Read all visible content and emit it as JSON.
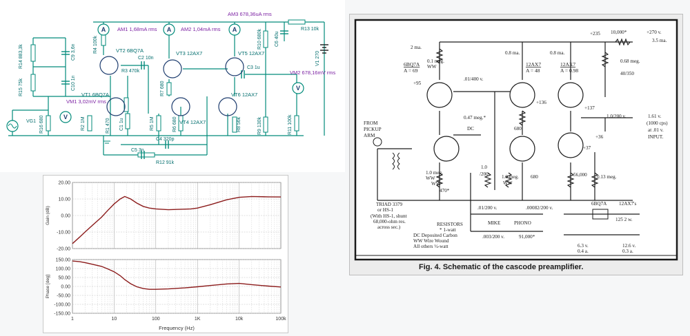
{
  "colors": {
    "wire": "#008a7a",
    "meter": "#008a7a",
    "label_teal": "#006d6d",
    "label_purple": "#7a1fa2",
    "curve": "#8b1a1a",
    "schematic_ink": "#1a1a1a"
  },
  "sim": {
    "meters": [
      {
        "id": "AM1",
        "text": "AM1   1,68mA  rms"
      },
      {
        "id": "AM2",
        "text": "AM2   1,04mA   rms"
      },
      {
        "id": "AM3",
        "text": "AM3   678,36uA  rms"
      },
      {
        "id": "VM1",
        "text": "VM1   3,02mV  rms"
      },
      {
        "id": "VM2",
        "text": "VM2   678,16mV  rms"
      }
    ],
    "tubes": [
      {
        "id": "VT1",
        "text": "VT1 6BQ7A"
      },
      {
        "id": "VT2",
        "text": "VT2 6BQ7A"
      },
      {
        "id": "VT3",
        "text": "VT3 12AX7"
      },
      {
        "id": "VT4",
        "text": "VT4 12AX7"
      },
      {
        "id": "VT5",
        "text": "VT5 12AX7"
      },
      {
        "id": "VT6",
        "text": "VT6 12AX7"
      }
    ],
    "parts": [
      {
        "id": "R14",
        "text": "R14 883,3k"
      },
      {
        "id": "C9",
        "text": "C9 3,6n"
      },
      {
        "id": "R15",
        "text": "R15 75k"
      },
      {
        "id": "C10",
        "text": "C10 1n"
      },
      {
        "id": "VG1",
        "text": "VG1"
      },
      {
        "id": "R16",
        "text": "R16 680"
      },
      {
        "id": "R2",
        "text": "R2 1M"
      },
      {
        "id": "R1",
        "text": "R1 470"
      },
      {
        "id": "C1",
        "text": "C1 1u"
      },
      {
        "id": "R3",
        "text": "R3 470k"
      },
      {
        "id": "R4",
        "text": "R4 100k"
      },
      {
        "id": "C2",
        "text": "C2 10n"
      },
      {
        "id": "R5",
        "text": "R5 1M"
      },
      {
        "id": "R6",
        "text": "R6 680"
      },
      {
        "id": "R7",
        "text": "R7 680"
      },
      {
        "id": "C3",
        "text": "C3 1u"
      },
      {
        "id": "R8",
        "text": "R8 56k"
      },
      {
        "id": "R9",
        "text": "R9 130k"
      },
      {
        "id": "R10",
        "text": "R10 680k"
      },
      {
        "id": "R11",
        "text": "R11 100k"
      },
      {
        "id": "R13",
        "text": "R13 10k"
      },
      {
        "id": "C6",
        "text": "C6 40u"
      },
      {
        "id": "V1",
        "text": "V1 270"
      },
      {
        "id": "C5",
        "text": "C5 3n"
      },
      {
        "id": "C4",
        "text": "C4 320p"
      },
      {
        "id": "R12",
        "text": "R12 91k"
      }
    ]
  },
  "chart_data": [
    {
      "type": "line",
      "ylabel": "Gain (dB)",
      "ylim": [
        -20,
        20
      ],
      "yticks": [
        "20.00",
        "10.00",
        "0.00",
        "-10.00",
        "-20.00"
      ],
      "x_scale": "log",
      "xlim": [
        1,
        100000
      ],
      "grid": true,
      "series": [
        {
          "x": [
            1,
            1.5,
            2,
            3,
            5,
            7,
            10,
            14,
            18,
            25,
            35,
            50,
            70,
            100,
            200,
            400,
            700,
            1000,
            2000,
            5000,
            10000,
            20000,
            50000,
            100000
          ],
          "y": [
            -17,
            -13,
            -10,
            -6,
            -1,
            3,
            7,
            10,
            11.5,
            10,
            7.5,
            5.5,
            4.5,
            4,
            3.5,
            3.8,
            4,
            4.5,
            6.5,
            9.5,
            11,
            11.5,
            11.3,
            11.2
          ]
        }
      ]
    },
    {
      "type": "line",
      "xlabel": "Frequency (Hz)",
      "ylabel": "Phase [deg]",
      "ylim": [
        -150,
        150
      ],
      "yticks": [
        "150.00",
        "100.00",
        "50.00",
        "0.00",
        "-50.00",
        "-100.00",
        "-150.00"
      ],
      "x_scale": "log",
      "xlim": [
        1,
        100000
      ],
      "xticks": [
        "1",
        "10",
        "100",
        "1K",
        "10k",
        "100k"
      ],
      "grid": true,
      "series": [
        {
          "x": [
            1,
            1.5,
            2,
            3,
            5,
            7,
            10,
            14,
            18,
            25,
            35,
            50,
            70,
            100,
            200,
            500,
            1000,
            2000,
            5000,
            10000,
            20000,
            50000,
            100000
          ],
          "y": [
            142,
            138,
            133,
            124,
            112,
            98,
            82,
            60,
            38,
            15,
            -2,
            -12,
            -16,
            -16,
            -14,
            -8,
            -2,
            5,
            14,
            17,
            10,
            2,
            -3
          ]
        }
      ]
    }
  ],
  "scan": {
    "caption": "Fig. 4. Schematic of the cascode preamplifier.",
    "tubes": [
      {
        "text": "6BQ7A"
      },
      {
        "text": "A = 69"
      },
      {
        "text": "12AX7"
      },
      {
        "text": "A = 48"
      },
      {
        "text": "12AX7"
      },
      {
        "text": "A = 0.98"
      }
    ],
    "labels": [
      "2 ma.",
      "+95",
      "0.1 meg.",
      "WW",
      ".01/400 v.",
      "0.8 ma.",
      "0.8 ma.",
      "+235",
      "10,000*",
      "+270 v.",
      "3.5 ma.",
      "0.68 meg.",
      "40/350",
      "+136",
      "+137",
      "1.0/200 v.",
      "1.61 v.",
      "(1000 cps)",
      "at .01 v.",
      "INPUT.",
      "0.47 meg.*",
      "DC",
      "680",
      "+36",
      "FROM",
      "PICKUP",
      "ARM",
      "1.0",
      "/200",
      "1.0 meg.",
      "WW",
      "470*",
      "WW",
      "1.0 meg.",
      "WW",
      "680",
      "56,000",
      "0.13 meg.",
      "+37",
      "TRIAD 3379",
      "or HS-1",
      "(With HS-1, shunt",
      "68,000-ohm res.",
      "across sec.)",
      ".01/200 v.",
      ".00082/200 v.",
      "MIKE",
      "PHONO",
      ".003/200 v.",
      "91,000*",
      "RESISTORS",
      "* 1-watt",
      "DC  Deposited Carbon",
      "WW  Wire Wound",
      "All others ½-watt",
      "6BQ7A",
      "12AX7's",
      "125 2 w.",
      "6.3 v.",
      "0.4 a.",
      "12.6 v.",
      "0.3 a."
    ]
  }
}
